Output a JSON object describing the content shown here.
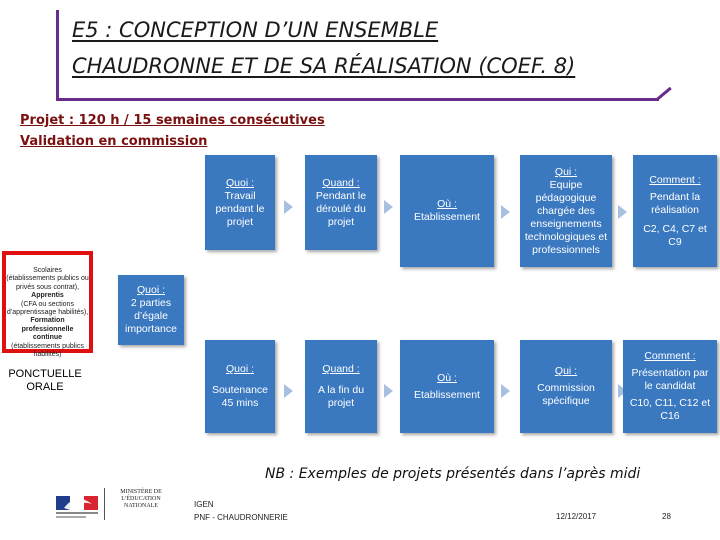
{
  "title": {
    "line1": "E5 : CONCEPTION D’UN ENSEMBLE",
    "line2": "CHAUDRONNE ET DE SA RÉALISATION (COEF. 8)"
  },
  "subtitle": {
    "line1": "Projet : 120 h / 15 semaines consécutives",
    "line2": "Validation en commission"
  },
  "row1": {
    "quoi": {
      "head": "Quoi :",
      "text": "Travail pendant le projet"
    },
    "quand": {
      "head": "Quand :",
      "text": "Pendant le déroulé du projet"
    },
    "ou": {
      "head": "Où :",
      "text": "Etablissement"
    },
    "qui": {
      "head": "Qui :",
      "text": "Equipe pédagogique chargée des enseignements technologiques et professionnels"
    },
    "comment": {
      "head": "Comment :",
      "text": "Pendant la réalisation",
      "extra": "C2, C4, C7 et C9"
    }
  },
  "middle": {
    "head": "Quoi :",
    "text": "2 parties d’égale importance"
  },
  "row2": {
    "quoi": {
      "head": "Quoi :",
      "text": "Soutenance 45 mins"
    },
    "quand": {
      "head": "Quand :",
      "text": "A la fin du projet"
    },
    "ou": {
      "head": "Où :",
      "text": "Etablissement"
    },
    "qui": {
      "head": "Qui :",
      "text": "Commission spécifique"
    },
    "comment": {
      "head": "Comment :",
      "text": "Présentation par le candidat",
      "extra": "C10, C11, C12 et C16"
    }
  },
  "candidates": {
    "lines": [
      "Scolaires",
      "(établissements publics ou",
      "privés sous contrat),",
      "Apprentis",
      "(CFA ou sections",
      "d’apprentissage habilités),",
      "Formation professionnelle",
      "continue",
      "(établissements publics",
      "habilités)"
    ]
  },
  "ponctuelle": "PONCTUELLE ORALE",
  "nb": "NB : Exemples de projets présentés dans l’après midi",
  "footer": {
    "ministry": "MINISTÈRE DE L’ÉDUCATION NATIONALE",
    "org1": "IGEN",
    "org2": "PNF - CHAUDRONNERIE",
    "date": "12/12/2017",
    "page": "28"
  },
  "colors": {
    "box": "#3a78c0",
    "accent": "#6a2c8a",
    "frame": "#e01010",
    "subtitle": "#7a1010"
  }
}
